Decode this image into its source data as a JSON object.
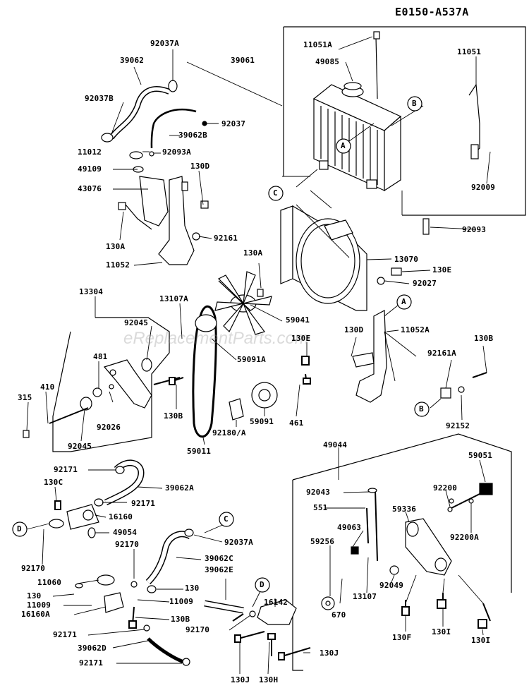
{
  "diagram_code": "E0150-A537A",
  "watermark": "eReplacementParts.com",
  "callouts": {
    "a": "A",
    "b": "B",
    "c": "C",
    "d": "D"
  },
  "labels": {
    "p39061": "39061",
    "p92037A_top": "92037A",
    "p39062": "39062",
    "p92037B": "92037B",
    "p92037": "92037",
    "p39062B": "39062B",
    "p11012": "11012",
    "p92093A": "92093A",
    "p49109": "49109",
    "p43076": "43076",
    "p130D_top": "130D",
    "p130A_left": "130A",
    "p92161": "92161",
    "p11052": "11052",
    "p11051A": "11051A",
    "p49085": "49085",
    "p11051": "11051",
    "p92009": "92009",
    "p92093": "92093",
    "p13070": "13070",
    "p130A_mid": "130A",
    "p130E_top": "130E",
    "p92027": "92027",
    "p13304": "13304",
    "p13107A": "13107A",
    "p92045_top": "92045",
    "p481": "481",
    "p410": "410",
    "p315": "315",
    "p92026": "92026",
    "p92045_bot": "92045",
    "p130B_mid": "130B",
    "p59041": "59041",
    "p59091A": "59091A",
    "p130E_mid": "130E",
    "p461": "461",
    "p59091": "59091",
    "p92180A": "92180/A",
    "p59011": "59011",
    "p130D_mid": "130D",
    "p11052A": "11052A",
    "p130B_right": "130B",
    "p92161A": "92161A",
    "p92152": "92152",
    "p92171_a": "92171",
    "p130C": "130C",
    "p39062A": "39062A",
    "p92171_b": "92171",
    "p16160": "16160",
    "p49054": "49054",
    "p92170_a": "92170",
    "p92170_left": "92170",
    "p11060": "11060",
    "p130_left": "130",
    "p11009_left": "11009",
    "p16160A": "16160A",
    "p92171_c": "92171",
    "p39062D": "39062D",
    "p92171_d": "92171",
    "p92037A_mid": "92037A",
    "p39062C": "39062C",
    "p39062E": "39062E",
    "p130_mid": "130",
    "p11009_mid": "11009",
    "p130B_low": "130B",
    "p92170_b": "92170",
    "p16142": "16142",
    "p130J_left": "130J",
    "p130H": "130H",
    "p130J_right": "130J",
    "p49044": "49044",
    "p92043": "92043",
    "p551": "551",
    "p49063": "49063",
    "p59256": "59256",
    "p670": "670",
    "p13107": "13107",
    "p59336": "59336",
    "p92200": "92200",
    "p59051": "59051",
    "p92200A": "92200A",
    "p92049": "92049",
    "p130F": "130F",
    "p130I_a": "130I",
    "p130I_b": "130I"
  }
}
